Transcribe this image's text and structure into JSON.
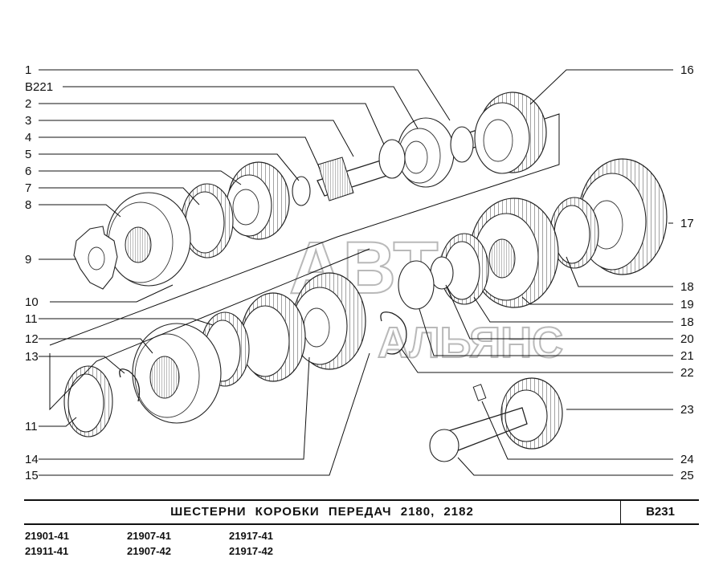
{
  "diagram": {
    "labels_left": [
      "1",
      "B221",
      "2",
      "3",
      "4",
      "5",
      "6",
      "7",
      "8",
      "9",
      "10",
      "11",
      "12",
      "13",
      "11",
      "14",
      "15"
    ],
    "labels_right": [
      "16",
      "17",
      "18",
      "19",
      "18",
      "20",
      "21",
      "22",
      "23",
      "24",
      "25"
    ],
    "watermark": [
      "АВТО",
      "АЛЬЯНС"
    ]
  },
  "footer": {
    "title": "ШЕСТЕРНИ КОРОБКИ ПЕРЕДАЧ 2180, 2182",
    "code": "B231",
    "models": [
      [
        "21901-41",
        "21911-41"
      ],
      [
        "21907-41",
        "21907-42"
      ],
      [
        "21917-41",
        "21917-42"
      ]
    ]
  }
}
